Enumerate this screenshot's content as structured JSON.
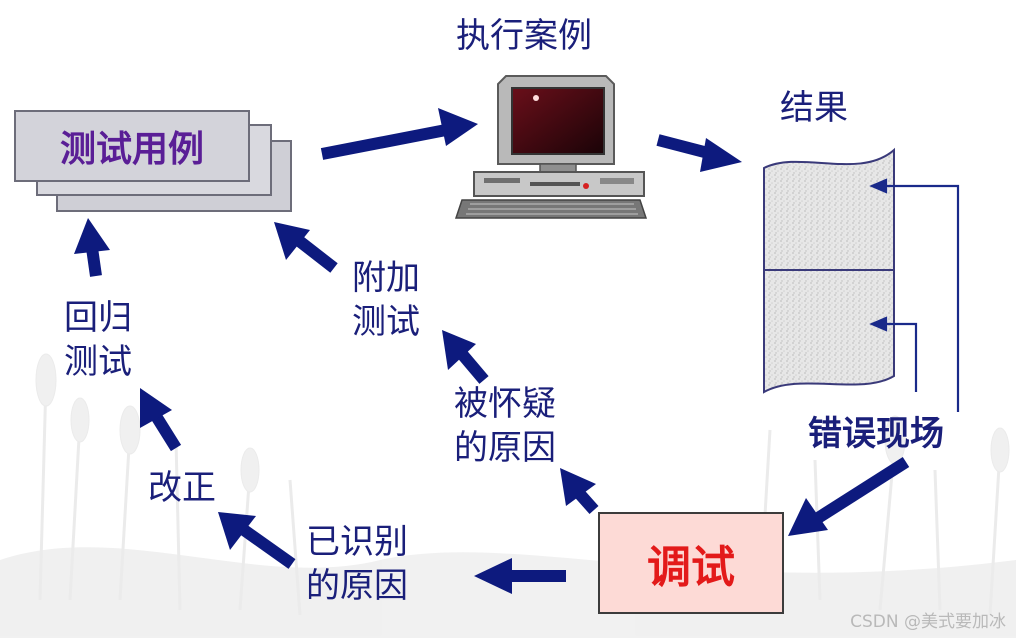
{
  "labels": {
    "test_cases": "测试用例",
    "execute_cases": "执行案例",
    "results": "结果",
    "error_scene": "错误现场",
    "debug": "调试",
    "suspected_cause": "被怀疑\n的原因",
    "additional_test": "附加\n测试",
    "identified_cause": "已识别\n的原因",
    "fix": "改正",
    "regression_test": "回归\n测试"
  },
  "colors": {
    "arrow": "#0d1a7e",
    "text": "#1a1f7a",
    "test_card_text": "#5a1e96",
    "debug_text": "#e31a1a",
    "debug_fill": "#fddad6"
  },
  "icons": {
    "computer": "desktop-computer-icon",
    "results_paper": "results-document-icon"
  },
  "watermark": "CSDN @美式要加冰"
}
